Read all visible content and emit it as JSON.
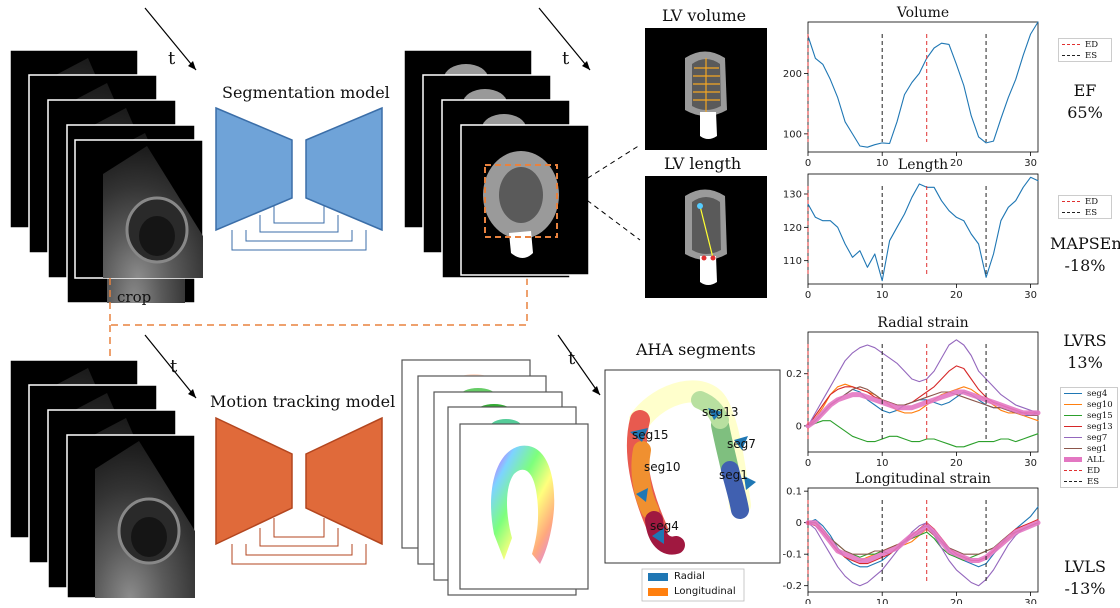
{
  "labels": {
    "time_axis": "t",
    "crop": "crop",
    "segmentation_model": "Segmentation model",
    "motion_tracking_model": "Motion tracking model",
    "lv_volume": "LV volume",
    "lv_length": "LV length",
    "aha_segments": "AHA segments"
  },
  "aha": {
    "segment_labels": [
      "seg13",
      "seg15",
      "seg7",
      "seg10",
      "seg1",
      "seg4"
    ],
    "legend": [
      "Radial",
      "Longitudinal"
    ]
  },
  "metrics": {
    "ef_label": "EF",
    "ef_value": "65%",
    "mapse_label": "MAPSEn",
    "mapse_value": "-18%",
    "lvrs_label": "LVRS",
    "lvrs_value": "13%",
    "lvls_label": "LVLS",
    "lvls_value": "-13%"
  },
  "colors": {
    "unet_blue": "#6FA3D8",
    "unet_orange": "#E06A3A",
    "crop_line": "#E8823F",
    "ed": "#E03030",
    "es": "#222222",
    "line": "#1f77b4",
    "all": "#E377C2"
  },
  "chart_data": [
    {
      "type": "line",
      "title": "Volume",
      "xlim": [
        0,
        31
      ],
      "ylim": [
        70,
        285
      ],
      "xticks": [
        0,
        10,
        20,
        30
      ],
      "yticks": [
        100,
        200
      ],
      "series": [
        {
          "values": [
            262,
            225,
            215,
            190,
            160,
            120,
            100,
            80,
            78,
            82,
            85,
            84,
            120,
            165,
            185,
            200,
            225,
            242,
            250,
            248,
            215,
            180,
            130,
            95,
            85,
            88,
            125,
            160,
            190,
            230,
            265,
            285
          ]
        }
      ],
      "vlines": [
        {
          "name": "ED",
          "x": [
            0,
            16
          ]
        },
        {
          "name": "ES",
          "x": [
            10,
            24
          ]
        }
      ],
      "legend": [
        "ED",
        "ES"
      ]
    },
    {
      "type": "line",
      "title": "Length",
      "xlim": [
        0,
        31
      ],
      "ylim": [
        103,
        136
      ],
      "xticks": [
        0,
        10,
        20,
        30
      ],
      "yticks": [
        110,
        120,
        130
      ],
      "series": [
        {
          "values": [
            127,
            123,
            122,
            122,
            120,
            115,
            111,
            113,
            108,
            112,
            104,
            116,
            120,
            124,
            129,
            133,
            132,
            132,
            128,
            125,
            123,
            122,
            118,
            115,
            105,
            112,
            122,
            126,
            128,
            132,
            135,
            134
          ]
        }
      ],
      "vlines": [
        {
          "name": "ED",
          "x": [
            0,
            16
          ]
        },
        {
          "name": "ES",
          "x": [
            10,
            24
          ]
        }
      ],
      "legend": [
        "ED",
        "ES"
      ]
    },
    {
      "type": "line",
      "title": "Radial strain",
      "xlim": [
        0,
        31
      ],
      "ylim": [
        -0.1,
        0.36
      ],
      "xticks": [
        0,
        10,
        20,
        30
      ],
      "yticks": [
        0.0,
        0.2
      ],
      "series": [
        {
          "name": "seg4",
          "values": [
            0,
            0.02,
            0.05,
            0.08,
            0.1,
            0.12,
            0.14,
            0.13,
            0.1,
            0.08,
            0.06,
            0.05,
            0.06,
            0.08,
            0.09,
            0.1,
            0.1,
            0.09,
            0.08,
            0.09,
            0.11,
            0.13,
            0.12,
            0.1,
            0.08,
            0.07,
            0.07,
            0.06,
            0.05,
            0.04,
            0.04,
            0.05
          ]
        },
        {
          "name": "seg10",
          "values": [
            0,
            0.03,
            0.07,
            0.12,
            0.15,
            0.16,
            0.15,
            0.14,
            0.13,
            0.12,
            0.1,
            0.08,
            0.06,
            0.05,
            0.05,
            0.06,
            0.08,
            0.1,
            0.12,
            0.13,
            0.14,
            0.15,
            0.14,
            0.12,
            0.1,
            0.08,
            0.06,
            0.05,
            0.05,
            0.04,
            0.03,
            0.02
          ]
        },
        {
          "name": "seg15",
          "values": [
            0,
            0.01,
            0.02,
            0.02,
            0.0,
            -0.02,
            -0.04,
            -0.05,
            -0.06,
            -0.06,
            -0.05,
            -0.04,
            -0.04,
            -0.05,
            -0.06,
            -0.06,
            -0.05,
            -0.05,
            -0.06,
            -0.07,
            -0.08,
            -0.08,
            -0.07,
            -0.06,
            -0.06,
            -0.06,
            -0.05,
            -0.05,
            -0.06,
            -0.05,
            -0.04,
            -0.03
          ]
        },
        {
          "name": "seg13",
          "values": [
            0,
            0.04,
            0.08,
            0.12,
            0.14,
            0.15,
            0.15,
            0.14,
            0.13,
            0.11,
            0.1,
            0.09,
            0.08,
            0.08,
            0.09,
            0.11,
            0.13,
            0.15,
            0.18,
            0.21,
            0.23,
            0.22,
            0.18,
            0.14,
            0.11,
            0.09,
            0.08,
            0.07,
            0.06,
            0.05,
            0.05,
            0.05
          ]
        },
        {
          "name": "seg7",
          "values": [
            0,
            0.05,
            0.1,
            0.15,
            0.2,
            0.25,
            0.28,
            0.3,
            0.31,
            0.3,
            0.28,
            0.26,
            0.24,
            0.21,
            0.18,
            0.17,
            0.18,
            0.21,
            0.26,
            0.31,
            0.33,
            0.31,
            0.27,
            0.21,
            0.18,
            0.15,
            0.12,
            0.1,
            0.08,
            0.07,
            0.06,
            0.05
          ]
        },
        {
          "name": "seg1",
          "values": [
            0,
            0.02,
            0.05,
            0.08,
            0.1,
            0.12,
            0.14,
            0.15,
            0.14,
            0.12,
            0.1,
            0.09,
            0.08,
            0.08,
            0.09,
            0.1,
            0.11,
            0.12,
            0.13,
            0.13,
            0.12,
            0.11,
            0.1,
            0.09,
            0.08,
            0.07,
            0.07,
            0.06,
            0.05,
            0.05,
            0.04,
            0.04
          ]
        },
        {
          "name": "ALL",
          "values": [
            0,
            0.02,
            0.05,
            0.08,
            0.1,
            0.11,
            0.12,
            0.12,
            0.11,
            0.1,
            0.09,
            0.08,
            0.07,
            0.07,
            0.07,
            0.08,
            0.09,
            0.1,
            0.11,
            0.12,
            0.13,
            0.13,
            0.12,
            0.11,
            0.1,
            0.09,
            0.08,
            0.07,
            0.06,
            0.05,
            0.05,
            0.05
          ]
        }
      ],
      "vlines": [
        {
          "name": "ED",
          "x": [
            0,
            16
          ]
        },
        {
          "name": "ES",
          "x": [
            10,
            24
          ]
        }
      ],
      "legend": [
        "seg4",
        "seg10",
        "seg15",
        "seg13",
        "seg7",
        "seg1",
        "ALL",
        "ED",
        "ES"
      ]
    },
    {
      "type": "line",
      "title": "Longitudinal strain",
      "xlim": [
        0,
        31
      ],
      "ylim": [
        -0.22,
        0.11
      ],
      "xticks": [
        0,
        10,
        20,
        30
      ],
      "yticks": [
        -0.2,
        -0.1,
        0.0,
        0.1
      ],
      "series": [
        {
          "name": "seg4",
          "values": [
            0,
            0.01,
            -0.01,
            -0.04,
            -0.08,
            -0.11,
            -0.13,
            -0.14,
            -0.14,
            -0.13,
            -0.12,
            -0.1,
            -0.08,
            -0.06,
            -0.04,
            -0.02,
            -0.01,
            -0.03,
            -0.06,
            -0.09,
            -0.11,
            -0.12,
            -0.13,
            -0.14,
            -0.13,
            -0.1,
            -0.07,
            -0.04,
            -0.02,
            0.0,
            0.02,
            0.05
          ]
        },
        {
          "name": "seg10",
          "values": [
            0,
            0.0,
            -0.03,
            -0.06,
            -0.09,
            -0.11,
            -0.12,
            -0.12,
            -0.11,
            -0.1,
            -0.09,
            -0.08,
            -0.07,
            -0.07,
            -0.06,
            -0.04,
            -0.02,
            -0.04,
            -0.06,
            -0.08,
            -0.1,
            -0.11,
            -0.12,
            -0.12,
            -0.11,
            -0.09,
            -0.07,
            -0.05,
            -0.03,
            -0.02,
            -0.01,
            0.0
          ]
        },
        {
          "name": "seg15",
          "values": [
            0,
            0.0,
            -0.02,
            -0.05,
            -0.07,
            -0.09,
            -0.1,
            -0.11,
            -0.1,
            -0.1,
            -0.09,
            -0.1,
            -0.08,
            -0.06,
            -0.05,
            -0.04,
            -0.03,
            -0.05,
            -0.08,
            -0.1,
            -0.11,
            -0.12,
            -0.11,
            -0.1,
            -0.09,
            -0.08,
            -0.06,
            -0.04,
            -0.03,
            -0.02,
            -0.01,
            0.0
          ]
        },
        {
          "name": "seg13",
          "values": [
            0,
            -0.01,
            -0.03,
            -0.06,
            -0.09,
            -0.11,
            -0.12,
            -0.13,
            -0.13,
            -0.12,
            -0.11,
            -0.1,
            -0.08,
            -0.06,
            -0.04,
            -0.02,
            0.0,
            -0.02,
            -0.05,
            -0.08,
            -0.1,
            -0.11,
            -0.12,
            -0.12,
            -0.11,
            -0.09,
            -0.06,
            -0.04,
            -0.02,
            -0.01,
            0.0,
            0.01
          ]
        },
        {
          "name": "seg7",
          "values": [
            0,
            -0.02,
            -0.06,
            -0.1,
            -0.14,
            -0.17,
            -0.19,
            -0.2,
            -0.19,
            -0.17,
            -0.15,
            -0.12,
            -0.09,
            -0.06,
            -0.03,
            -0.01,
            0.0,
            -0.04,
            -0.08,
            -0.12,
            -0.15,
            -0.17,
            -0.19,
            -0.2,
            -0.18,
            -0.15,
            -0.11,
            -0.07,
            -0.04,
            -0.02,
            -0.01,
            0.0
          ]
        },
        {
          "name": "seg1",
          "values": [
            0,
            0.0,
            -0.02,
            -0.05,
            -0.07,
            -0.09,
            -0.1,
            -0.1,
            -0.1,
            -0.09,
            -0.09,
            -0.08,
            -0.07,
            -0.06,
            -0.05,
            -0.03,
            -0.02,
            -0.04,
            -0.06,
            -0.08,
            -0.09,
            -0.1,
            -0.1,
            -0.1,
            -0.09,
            -0.08,
            -0.06,
            -0.04,
            -0.03,
            -0.02,
            -0.01,
            0.0
          ]
        },
        {
          "name": "ALL",
          "values": [
            0,
            0.0,
            -0.03,
            -0.06,
            -0.09,
            -0.1,
            -0.11,
            -0.12,
            -0.12,
            -0.11,
            -0.1,
            -0.09,
            -0.08,
            -0.06,
            -0.04,
            -0.03,
            -0.01,
            -0.03,
            -0.06,
            -0.09,
            -0.1,
            -0.11,
            -0.12,
            -0.12,
            -0.11,
            -0.09,
            -0.07,
            -0.05,
            -0.03,
            -0.02,
            -0.01,
            0.0
          ]
        }
      ],
      "vlines": [
        {
          "name": "ED",
          "x": [
            0,
            16
          ]
        },
        {
          "name": "ES",
          "x": [
            10,
            24
          ]
        }
      ]
    }
  ]
}
